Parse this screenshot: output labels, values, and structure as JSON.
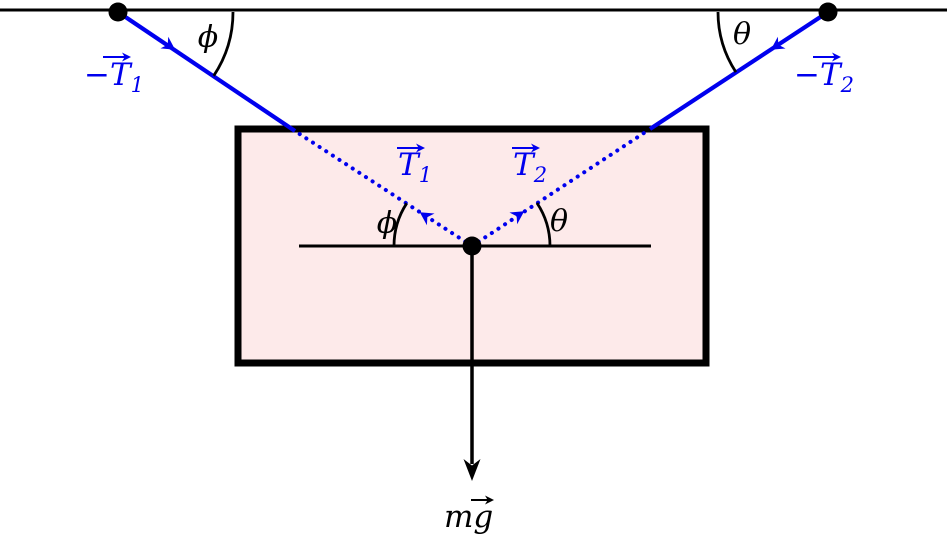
{
  "colors": {
    "tension_blue": "#0000ee",
    "block_fill": "#fdeaea",
    "block_border": "#000000",
    "ink": "#000000",
    "background": "#ffffff"
  },
  "labels": {
    "neg_tension1": {
      "sign": "−",
      "base": "T",
      "sub": "1"
    },
    "neg_tension2": {
      "sign": "−",
      "base": "T",
      "sub": "2"
    },
    "tension1": {
      "base": "T",
      "sub": "1"
    },
    "tension2": {
      "base": "T",
      "sub": "2"
    },
    "angle_phi": "ϕ",
    "angle_theta": "θ",
    "weight": {
      "mass": "m",
      "gravity": "g"
    }
  }
}
